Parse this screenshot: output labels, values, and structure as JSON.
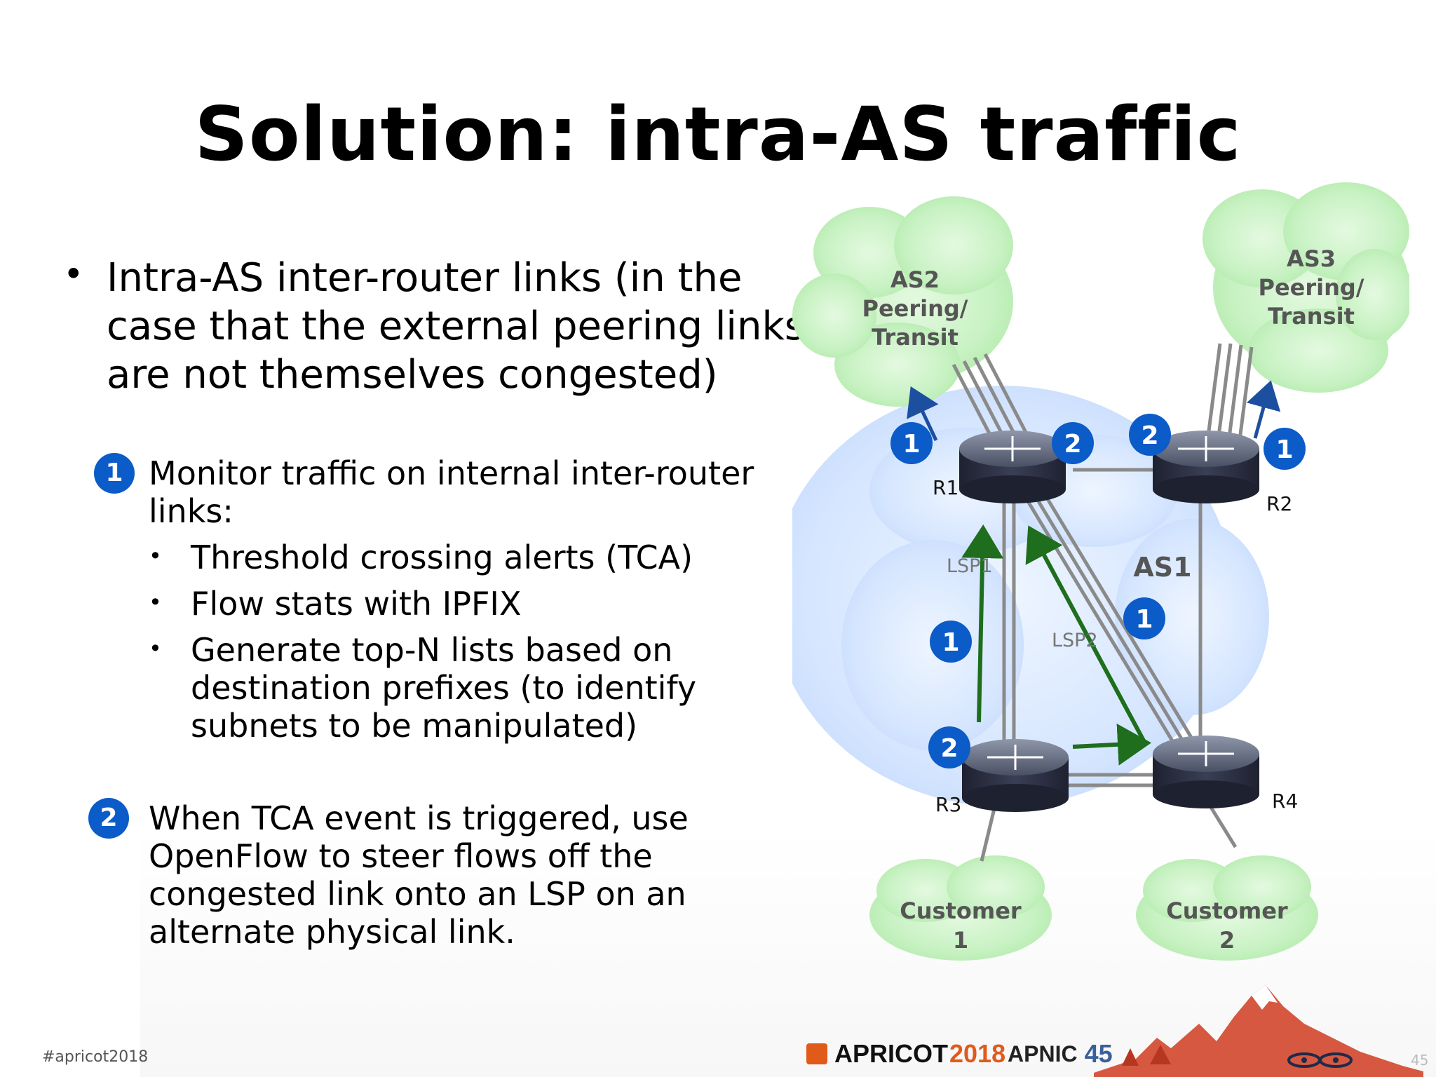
{
  "slide": {
    "title": "Solution: intra-AS traffic",
    "main_bullet": "Intra-AS inter-router links (in the case that the external peering links are not themselves congested)",
    "step1": {
      "badge": "1",
      "text": "Monitor traffic on internal inter-router links:",
      "items": [
        "Threshold crossing alerts (TCA)",
        "Flow stats with IPFIX",
        "Generate top-N lists based on destination prefixes (to identify subnets to be manipulated)"
      ]
    },
    "step2": {
      "badge": "2",
      "text": "When TCA event is triggered, use OpenFlow to steer flows off the congested link onto an LSP on an alternate physical link."
    },
    "footer_tag": "#apricot2018",
    "page_number": "45"
  },
  "diagram": {
    "clouds": {
      "as2": [
        "AS2",
        "Peering/",
        "Transit"
      ],
      "as3": [
        "AS3",
        "Peering/",
        "Transit"
      ],
      "as1": "AS1",
      "customer1": [
        "Customer",
        "1"
      ],
      "customer2": [
        "Customer",
        "2"
      ]
    },
    "routers": {
      "r1": "R1",
      "r2": "R2",
      "r3": "R3",
      "r4": "R4"
    },
    "lsp_labels": {
      "lsp1": "LSP1",
      "lsp2": "LSP2"
    },
    "badges": {
      "r1_left": "1",
      "r1_right": "2",
      "r2_left": "2",
      "r2_right": "1",
      "lsp1": "1",
      "lsp2": "1",
      "r3": "2"
    },
    "colors": {
      "badge": "#0b5bc8",
      "arrow_green": "#1e6e1e",
      "arrow_blue": "#1d4fa0",
      "cloud_green": "#c9f2c4",
      "cloud_blue": "#cfe2ff",
      "link_gray": "#8a8a8a"
    }
  },
  "logos": {
    "apricot_word": "APRICOT",
    "apricot_year": "2018",
    "apnic_word": "APNIC",
    "apnic_number": "45"
  }
}
